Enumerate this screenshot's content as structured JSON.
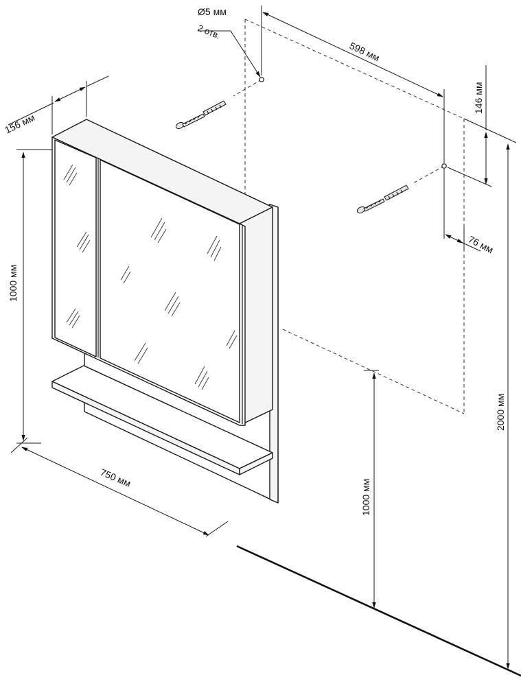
{
  "dimensions": {
    "hole": "Ø5 мм",
    "hole_count": "2 отв.",
    "hole_spacing": "598 мм",
    "hole_from_top": "146 мм",
    "hole_from_side": "76 мм",
    "depth": "156 мм",
    "height": "1000 мм",
    "width": "750 мм",
    "mount_height": "1000 мм",
    "top_height": "2000 мм"
  }
}
